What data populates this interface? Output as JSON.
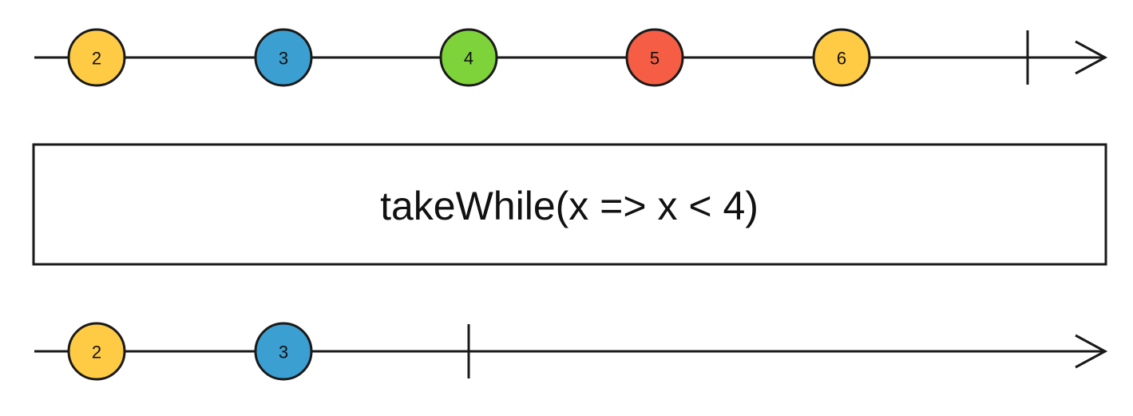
{
  "input_stream": {
    "marbles": [
      {
        "label": "2",
        "color": "#FFCB45"
      },
      {
        "label": "3",
        "color": "#3B9FD1"
      },
      {
        "label": "4",
        "color": "#7ED33A"
      },
      {
        "label": "5",
        "color": "#F55E45"
      },
      {
        "label": "6",
        "color": "#FFCB45"
      }
    ],
    "completes": true
  },
  "operator": {
    "label": "takeWhile(x => x < 4)"
  },
  "output_stream": {
    "marbles": [
      {
        "label": "2",
        "color": "#FFCB45"
      },
      {
        "label": "3",
        "color": "#3B9FD1"
      }
    ],
    "completes": true
  }
}
